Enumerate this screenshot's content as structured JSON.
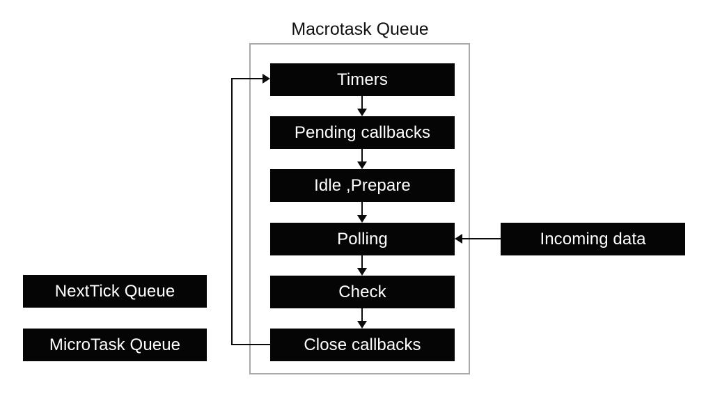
{
  "diagram": {
    "title": "Macrotask Queue",
    "background_color": "#ffffff",
    "node_fill": "#050505",
    "node_text_color": "#ffffff",
    "frame_border_color": "#a9a9a9",
    "connector_color": "#0b0b0b"
  },
  "macrotask_queue": {
    "label": "Macrotask Queue",
    "phases": [
      {
        "label": "Timers"
      },
      {
        "label": "Pending callbacks"
      },
      {
        "label": "Idle ,Prepare"
      },
      {
        "label": "Polling"
      },
      {
        "label": "Check"
      },
      {
        "label": "Close callbacks"
      }
    ]
  },
  "side_queues": [
    {
      "label": "NextTick Queue"
    },
    {
      "label": "MicroTask Queue"
    }
  ],
  "external": {
    "incoming": {
      "label": "Incoming data"
    }
  },
  "connectors": {
    "incoming_to_polling": "Incoming data -> Polling",
    "loop_back": "Close callbacks -> Timers"
  }
}
